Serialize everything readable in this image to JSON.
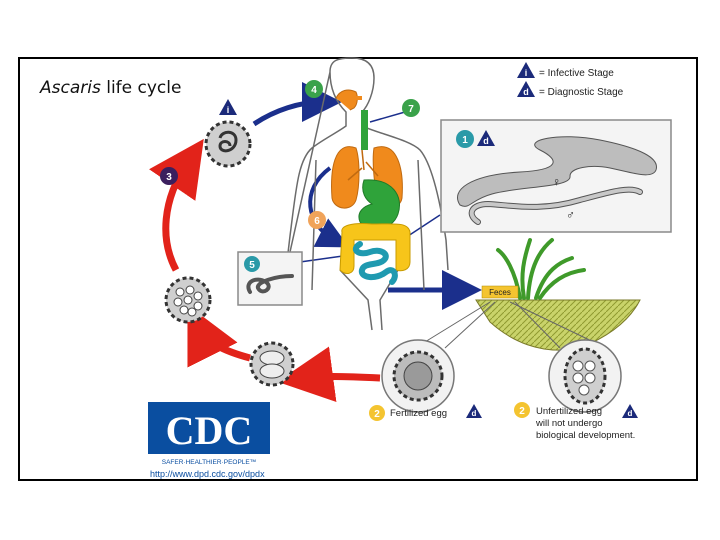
{
  "title": {
    "genus": "Ascaris",
    "rest": "life cycle"
  },
  "legend": {
    "infective_symbol": "i",
    "infective_label": "= Infective Stage",
    "diagnostic_symbol": "d",
    "diagnostic_label": "= Diagnostic Stage"
  },
  "steps": {
    "s1": "1",
    "s2": "2",
    "s3": "3",
    "s4": "4",
    "s5": "5",
    "s6": "6",
    "s7": "7"
  },
  "labels": {
    "feces": "Feces",
    "female": "♀",
    "male": "♂",
    "fertilized_egg": "Fertilized egg",
    "unfertilized_line1": "Unfertilized egg",
    "unfertilized_line2": "will not undergo",
    "unfertilized_line3": "biological development."
  },
  "logo": {
    "text": "CDC",
    "tagline": "SAFER·HEALTHIER·PEOPLE™",
    "url": "http://www.dpd.cdc.gov/dpdx"
  },
  "colors": {
    "red_arrow": "#e2231a",
    "blue_arrow": "#1b2f8c",
    "lungs": "#f08a1c",
    "stomach": "#2fa33a",
    "intestine_yellow": "#f7c51a",
    "intestine_blue": "#1f9ab0",
    "legend_blue": "#1b2a7a",
    "step_green": "#3aa24a",
    "step_purple": "#3b1f5e",
    "step_orange": "#f0a35a",
    "step_yellow": "#f4c430",
    "step_teal": "#2a9aa8",
    "cdc_blue": "#0a4ea0"
  }
}
